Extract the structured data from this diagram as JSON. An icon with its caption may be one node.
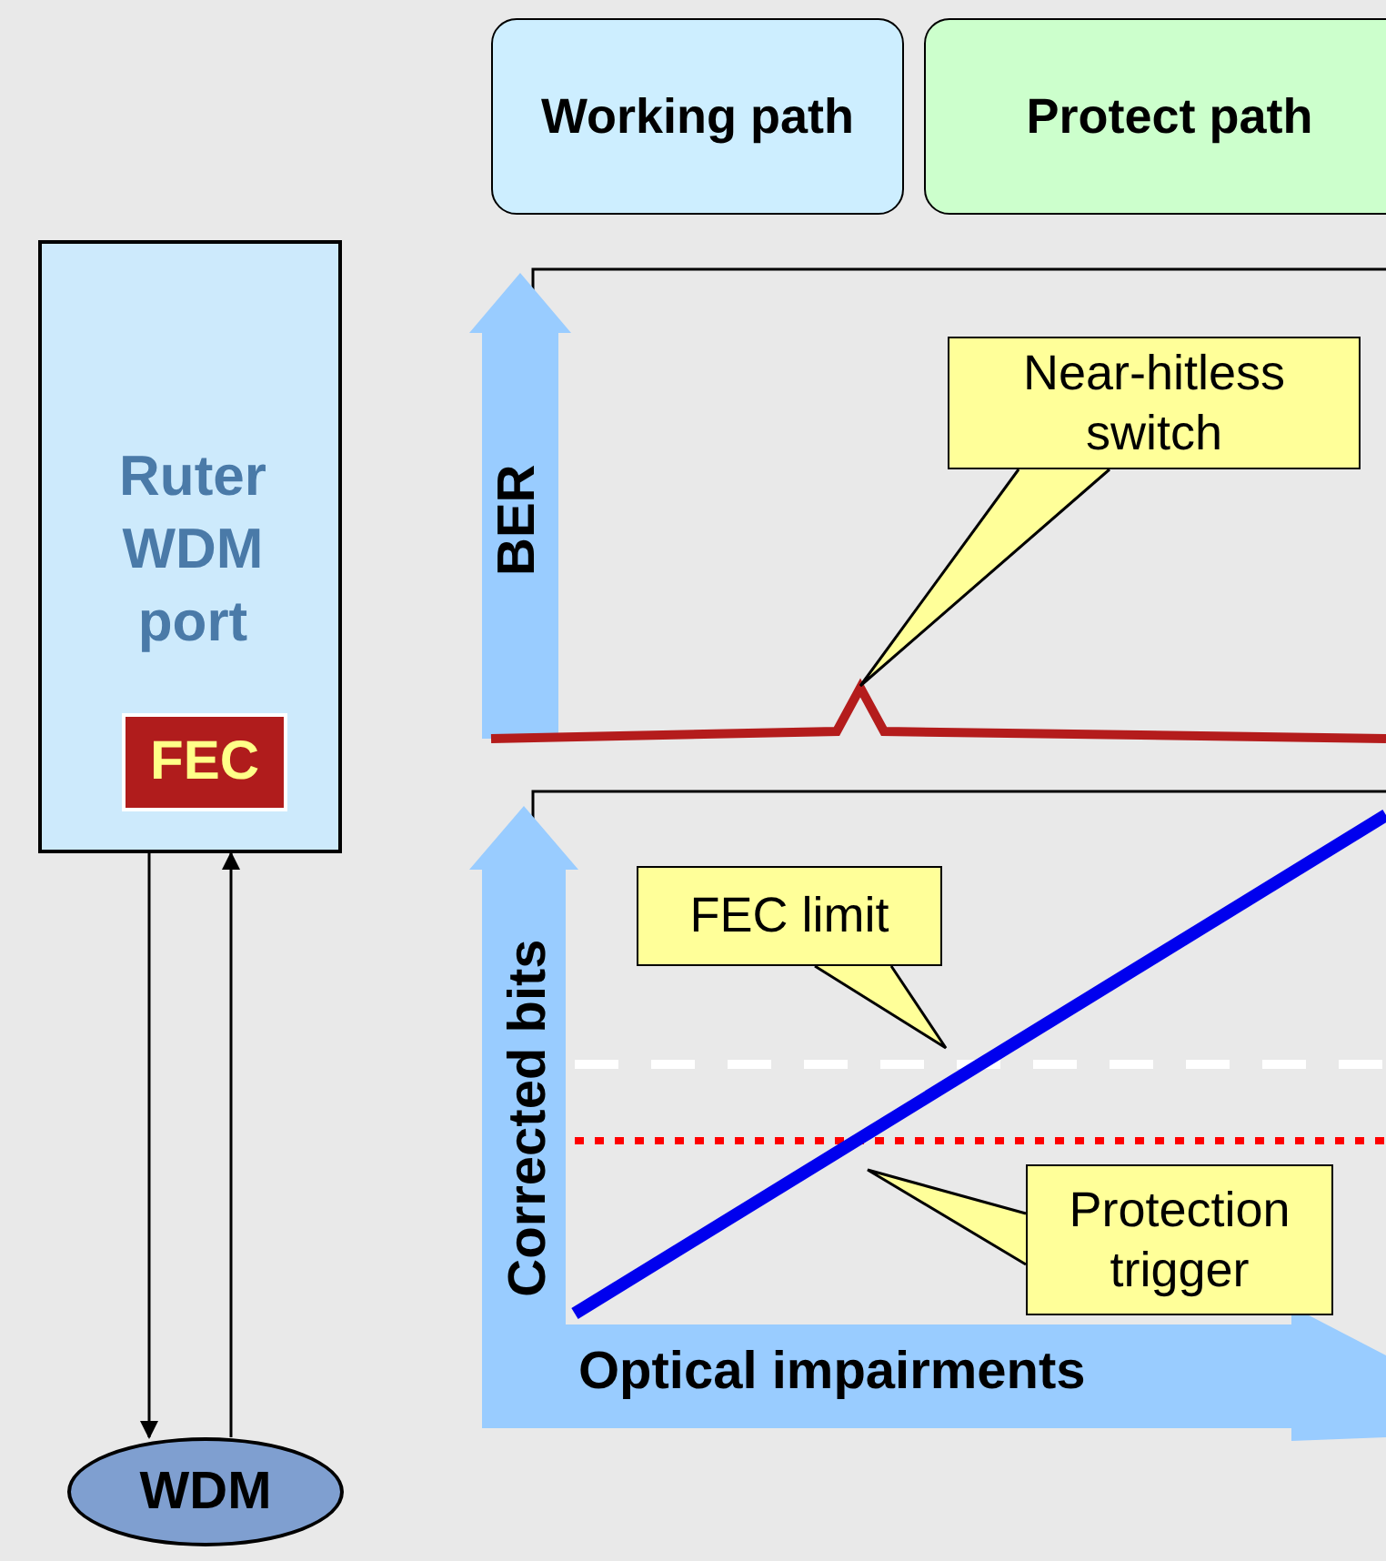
{
  "diagram": {
    "nodes": [
      {
        "text": [
          "Working path"
        ]
      },
      {
        "text": [
          "Protect path"
        ]
      },
      {
        "text": [
          "Ruter WDM port"
        ]
      },
      {
        "text": [
          "FEC"
        ],
        "in": 2
      },
      {
        "text": [
          "WDM"
        ]
      },
      {
        "text": [
          "Near-hitless switch"
        ]
      },
      {
        "text": [
          "FEC limit"
        ]
      },
      {
        "text": [
          "Protection trigger"
        ]
      }
    ],
    "edges": [
      {
        "from": 2,
        "to": 4,
        "arrow": "to"
      },
      {
        "from": 4,
        "to": 2,
        "arrow": "to"
      }
    ],
    "labels": [
      "BER",
      "Corrected bits",
      "Optical impairments"
    ]
  }
}
